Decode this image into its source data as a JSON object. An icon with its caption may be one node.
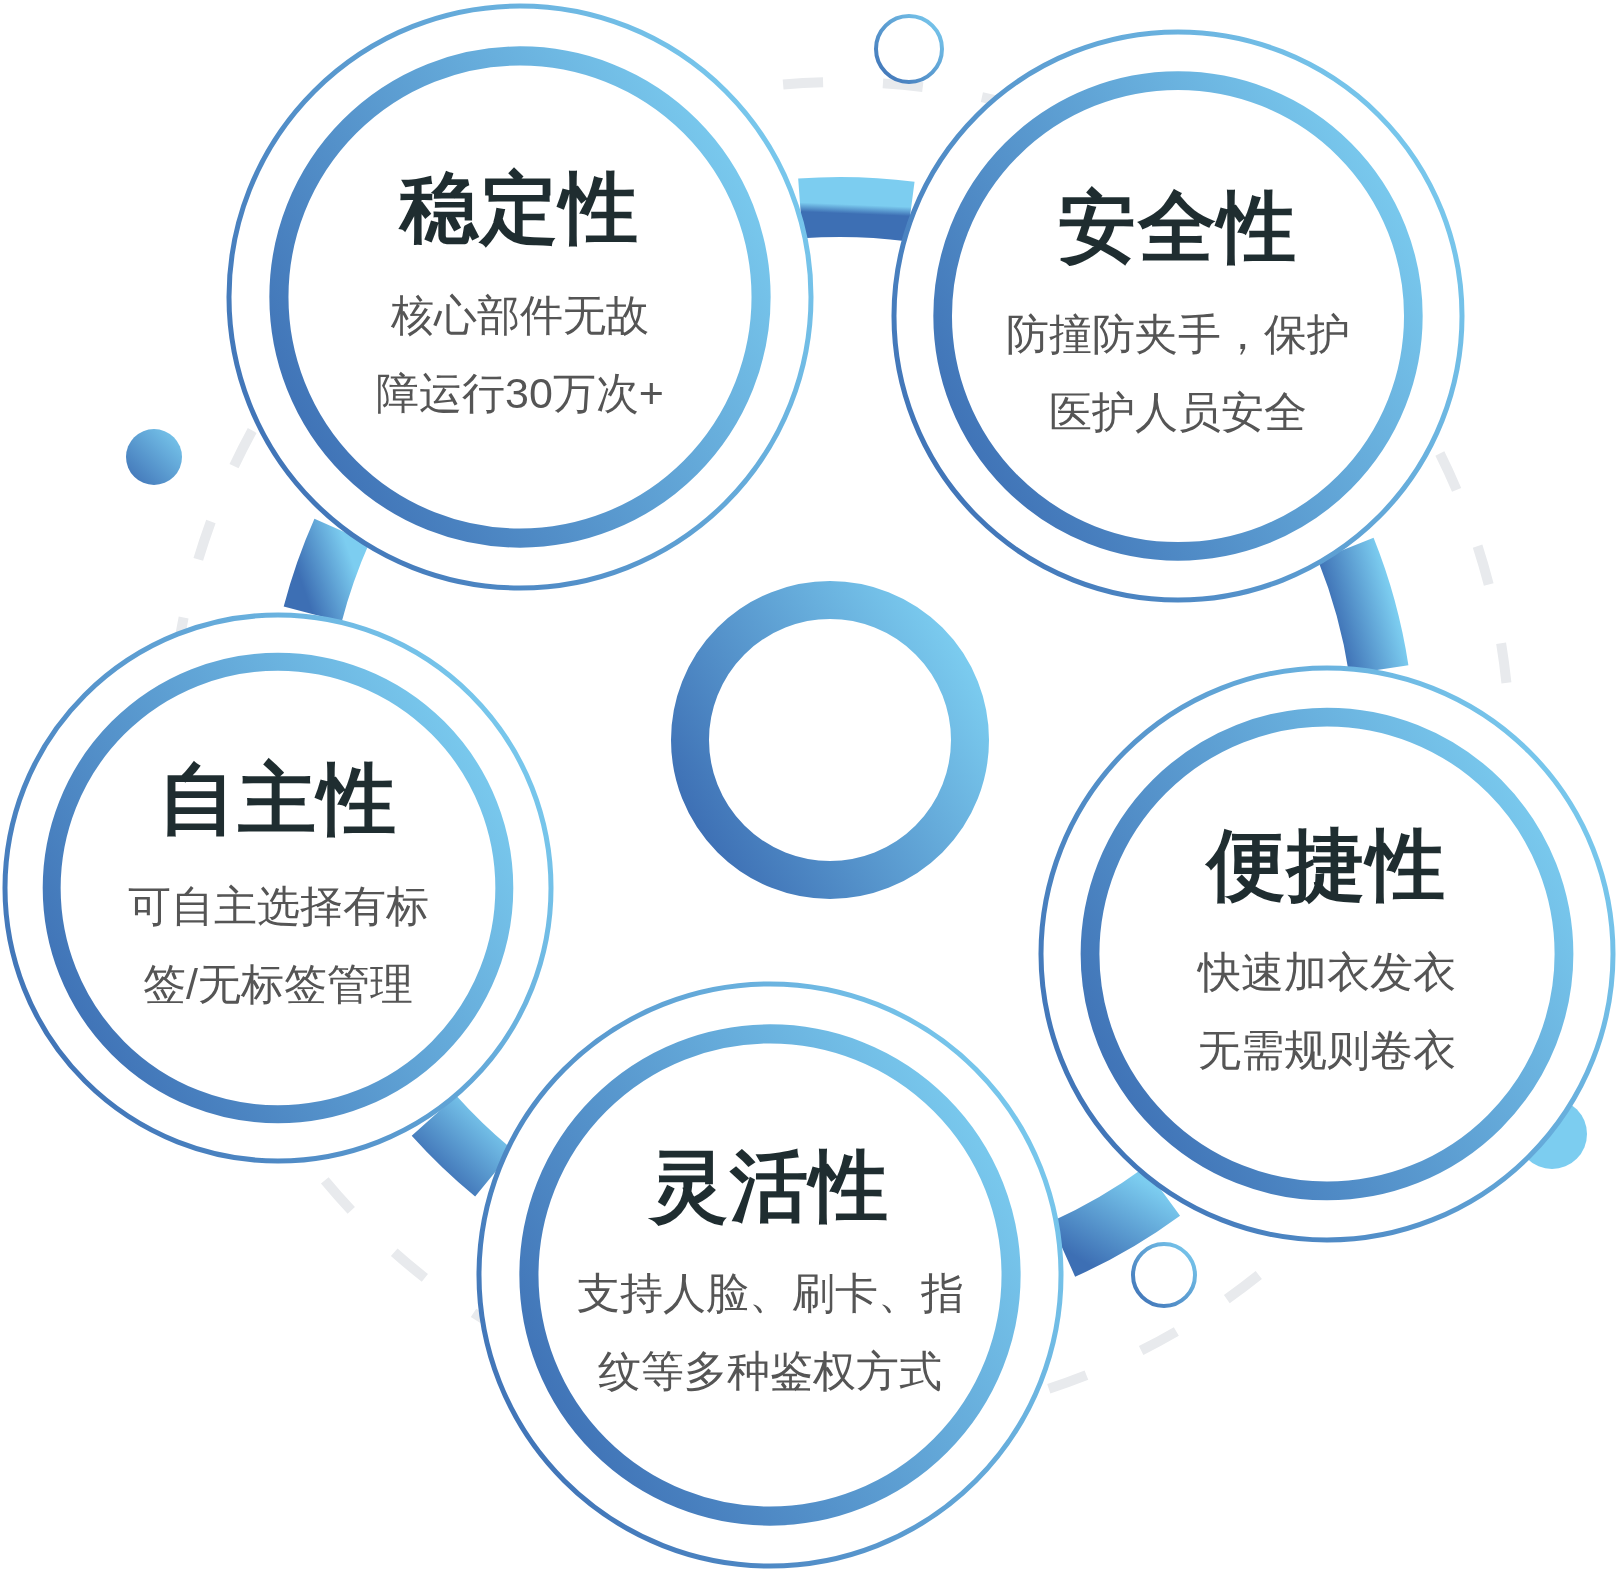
{
  "diagram": {
    "nodes": [
      {
        "text": [
          "稳定性",
          "核心部件无故障运行30万次+"
        ]
      },
      {
        "text": [
          "安全性",
          "防撞防夹手，保护医护人员安全"
        ]
      },
      {
        "text": [
          "自主性",
          "可自主选择有标签/无标签管理"
        ]
      },
      {
        "text": [
          "便捷性",
          "快速加衣发衣无需规则卷衣"
        ]
      },
      {
        "text": [
          "灵活性",
          "支持人脸、刷卡、指纹等多种鉴权方式"
        ]
      },
      {
        "text": [],
        "shape": "circle"
      }
    ],
    "edges": [
      {
        "from": 0,
        "to": 1,
        "arrow": "none"
      },
      {
        "from": 1,
        "to": 3,
        "arrow": "none"
      },
      {
        "from": 3,
        "to": 4,
        "arrow": "none"
      },
      {
        "from": 4,
        "to": 2,
        "arrow": "none"
      },
      {
        "from": 2,
        "to": 0,
        "arrow": "none"
      }
    ]
  }
}
